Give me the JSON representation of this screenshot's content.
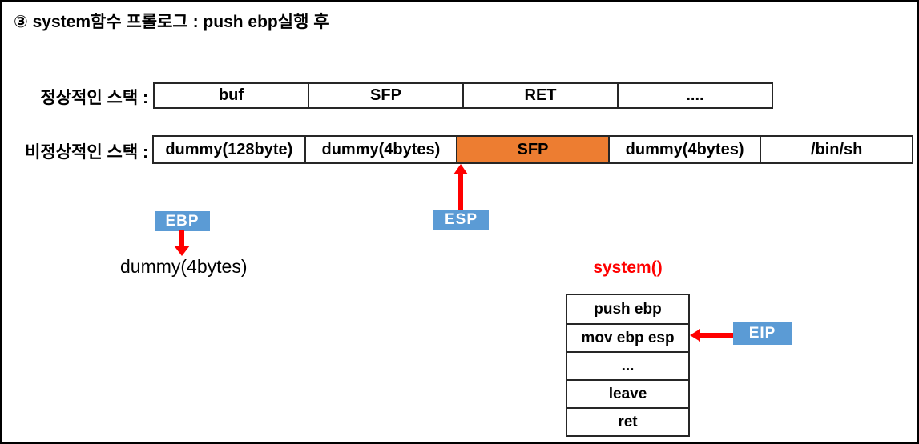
{
  "title": "③ system함수 프롤로그 : push ebp실행 후",
  "normal_stack": {
    "label": "정상적인 스택 :",
    "cells": [
      "buf",
      "SFP",
      "RET",
      "...."
    ]
  },
  "abnormal_stack": {
    "label": "비정상적인 스택 :",
    "cells": [
      "dummy(128byte)",
      "dummy(4bytes)",
      "SFP",
      "dummy(4bytes)",
      "/bin/sh"
    ],
    "highlighted_cell": "SFP"
  },
  "registers": {
    "ebp": "EBP",
    "esp": "ESP",
    "eip": "EIP"
  },
  "ebp_points_to": "dummy(4bytes)",
  "function": {
    "name": "system()",
    "instructions": [
      "push ebp",
      "mov ebp esp",
      "...",
      "leave",
      "ret"
    ]
  },
  "colors": {
    "register_box_bg": "#5B9BD5",
    "register_box_text": "#FFFFFF",
    "arrow_red": "#FF0000",
    "highlight_orange": "#ED7D31",
    "function_name_red": "#FF0000",
    "table_border": "#262626"
  }
}
